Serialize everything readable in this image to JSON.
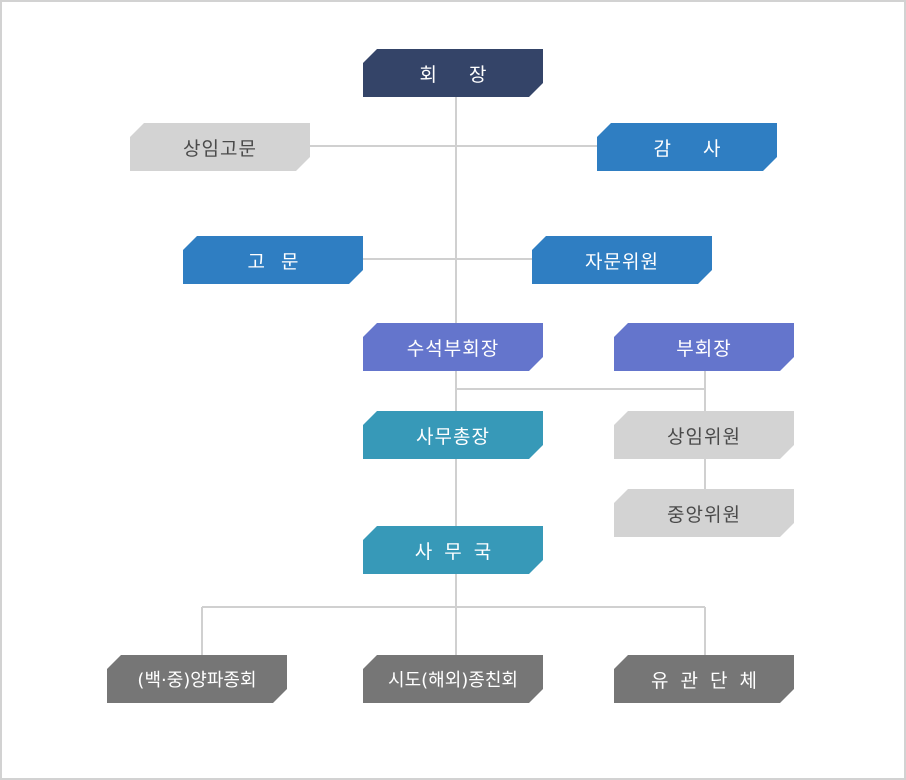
{
  "colors": {
    "navy": "#344468",
    "blue": "#2f7ec2",
    "purple": "#6475cc",
    "teal": "#3799b8",
    "light_gray": "#d3d3d3",
    "dark_gray": "#767676",
    "connector": "#d0d0d0"
  },
  "org": {
    "chairman": "회  장",
    "standing_advisor": "상임고문",
    "auditor": "감  사",
    "advisor": "고 문",
    "advisory_committee": "자문위원",
    "senior_vice_chairman": "수석부회장",
    "vice_chairman": "부회장",
    "secretary_general": "사무총장",
    "standing_committee": "상임위원",
    "central_committee": "중앙위원",
    "secretariat": "사 무 국",
    "clan_branches": "(백·중)양파종회",
    "regional_clans": "시도(해외)종친회",
    "affiliated_groups": "유 관 단 체"
  }
}
